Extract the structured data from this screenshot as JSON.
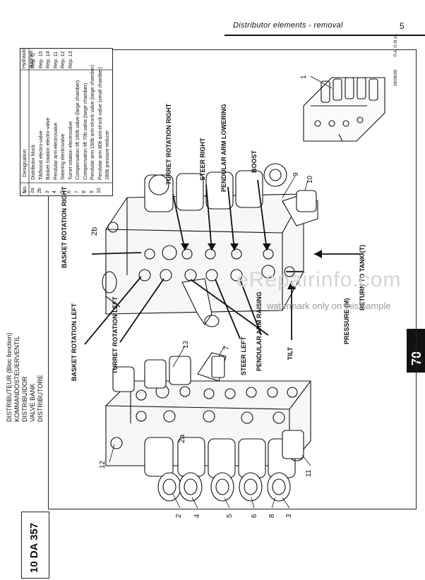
{
  "header": {
    "title": "Distributor elements - removal",
    "page_number": "5"
  },
  "side_tab": {
    "label": "70"
  },
  "doc_id": "10 DA 357",
  "drawing_ref": "P.A. O III ss.",
  "drawing_date": "26/06/09",
  "section_titles": [
    "DISTRIBUTEUR (Bloc fonction)",
    "KOMMANDOSTEUERVENTIL",
    "DISTRIBUIDOR",
    "VALVE BANK",
    "DISTRIBUTORE"
  ],
  "legend": {
    "col_no": "No.",
    "col_designation": "Designation",
    "col_diagram": "Hydraulic diagram.",
    "rows": [
      {
        "no": "1",
        "designation": "Distributor block",
        "rep": "Rep. G"
      },
      {
        "no": "2a",
        "designation": "Tilt/boost electro-valve",
        "rep": "Rep. 15"
      },
      {
        "no": "2b",
        "designation": "Basket rotation electro-valve",
        "rep": "Rep. 14"
      },
      {
        "no": "3",
        "designation": "Pendular arm electrovalve",
        "rep": "Rep. 11"
      },
      {
        "no": "4",
        "designation": "Steering electrovalve",
        "rep": "Rep. 12"
      },
      {
        "no": "5",
        "designation": "Turret rotation electrovalve",
        "rep": "Rep. 13"
      },
      {
        "no": "6",
        "designation": "Compensation lift 180b valve (large chamber)",
        "rep": ""
      },
      {
        "no": "7",
        "designation": "Compensation lift 70b valve (large chamber)",
        "rep": ""
      },
      {
        "no": "8",
        "designation": "Pendular arm 150b anti-shock valve (large chamber)",
        "rep": ""
      },
      {
        "no": "9",
        "designation": "Pendular arm 80b anti-shock valve (small chamber)",
        "rep": ""
      },
      {
        "no": "10",
        "designation": "180b pressure reducer",
        "rep": ""
      }
    ]
  },
  "callouts": {
    "turret_rotation_right": "TURRET ROTATION RIGHT",
    "steer_right": "STEER RIGHT",
    "pendular_arm_lowering": "PENDULAR ARM LOWERING",
    "boost": "BOOST",
    "basket_rotation_right": "BASKET ROTATION RIGHT",
    "return_to_tank": "RETURN TO TANK (T)",
    "pressure": "PRESSURE (M)",
    "basket_rotation_left": "BASKET ROTATION LEFT",
    "turret_rotation_left": "TURRET ROTATION LEFT",
    "steer_left": "STEER LEFT",
    "pendular_arm_raising": "PENDULAR ARM RAISING",
    "tilt": "TILT"
  },
  "item_numbers": {
    "n1": "1",
    "n2": "2",
    "n2a": "2a",
    "n2b": "2b",
    "n3": "3",
    "n4": "4",
    "n5": "5",
    "n6": "6",
    "n7": "7",
    "n8": "8",
    "n9": "9",
    "n10": "10",
    "n11": "11",
    "n12": "12",
    "n13": "13"
  },
  "watermark": {
    "site": "eRepairinfo.com",
    "note": "watermark only on this sample"
  }
}
